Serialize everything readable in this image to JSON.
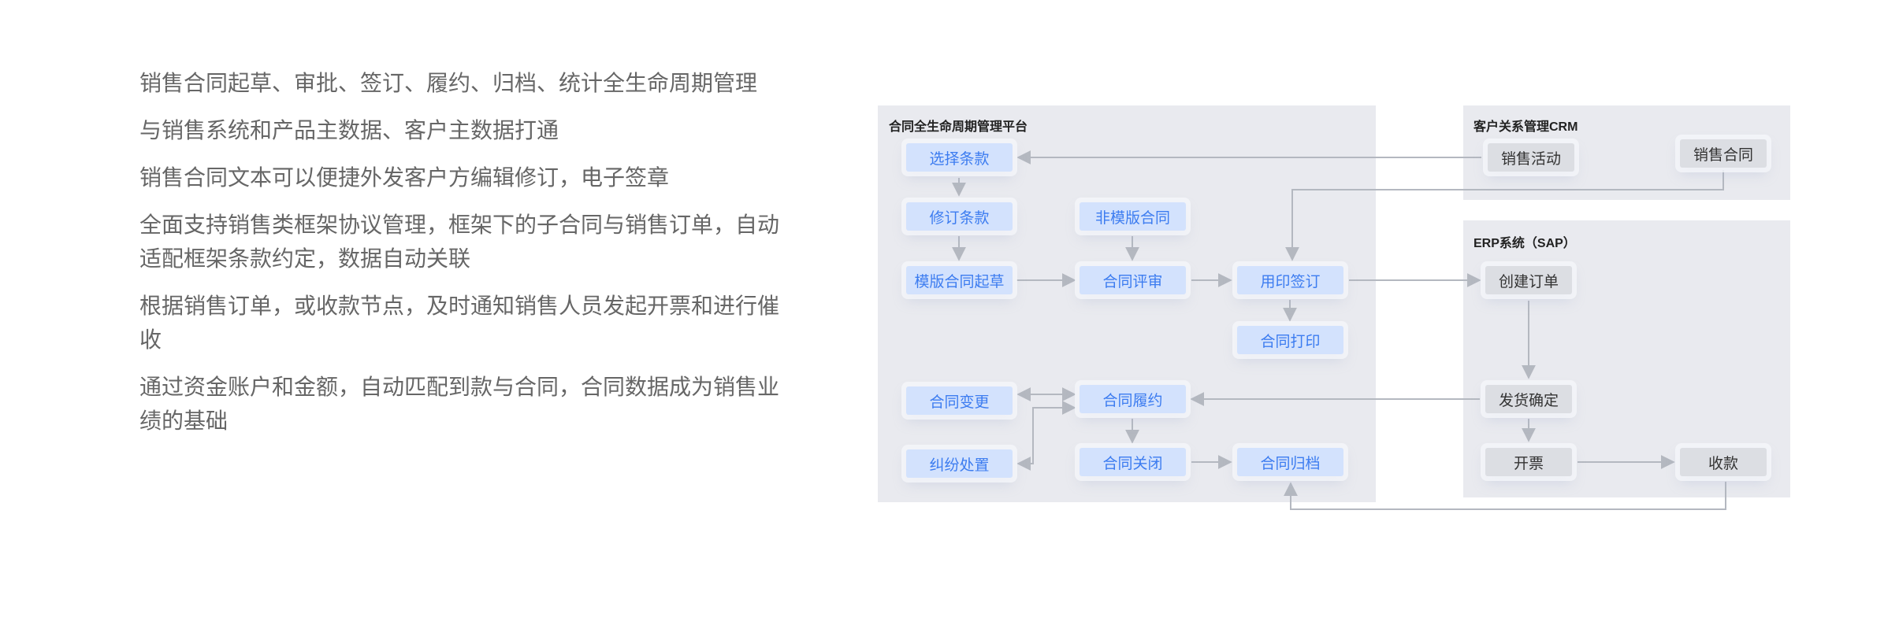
{
  "features": [
    "销售合同起草、审批、签订、履约、归档、统计全生命周期管理",
    "与销售系统和产品主数据、客户主数据打通",
    "销售合同文本可以便捷外发客户方编辑修订，电子签章",
    "全面支持销售类框架协议管理，框架下的子合同与销售订单，自动适配框架条款约定，数据自动关联",
    "根据销售订单，或收款节点，及时通知销售人员发起开票和进行催收",
    "通过资金账户和金额，自动匹配到款与合同，合同数据成为销售业绩的基础"
  ],
  "platform": {
    "title": "合同全生命周期管理平台",
    "nodes": {
      "select_terms": "选择条款",
      "revise_terms": "修订条款",
      "template_draft": "模版合同起草",
      "non_template": "非模版合同",
      "review": "合同评审",
      "seal_sign": "用印签订",
      "print": "合同打印",
      "change": "合同变更",
      "dispute": "纠纷处置",
      "perform": "合同履约",
      "close": "合同关闭",
      "archive": "合同归档"
    }
  },
  "crm": {
    "title": "客户关系管理CRM",
    "nodes": {
      "sales_activity": "销售活动",
      "sales_contract": "销售合同"
    }
  },
  "erp": {
    "title": "ERP系统（SAP）",
    "nodes": {
      "create_order": "创建订单",
      "ship_confirm": "发货确定",
      "invoice": "开票",
      "collect": "收款"
    }
  },
  "colors": {
    "panel": "#e9eaef",
    "blue_box": "#d3e2fd",
    "blue_text": "#3c7cf0",
    "gray_box": "#dcdee3",
    "line": "#b4b8c0"
  }
}
